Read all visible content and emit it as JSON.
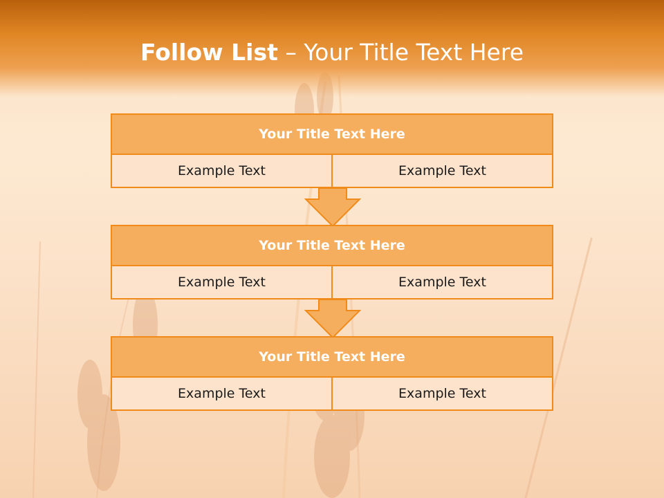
{
  "slide": {
    "title_bold": "Follow List",
    "title_rest": "– Your Title Text Here"
  },
  "blocks": [
    {
      "title": "Your Title Text Here",
      "left": "Example Text",
      "right": "Example Text"
    },
    {
      "title": "Your Title Text Here",
      "left": "Example Text",
      "right": "Example Text"
    },
    {
      "title": "Your Title Text Here",
      "left": "Example Text",
      "right": "Example Text"
    }
  ],
  "colors": {
    "accent": "#f08a18",
    "title_fill": "#f5ad5e",
    "cell_fill": "#fde3cc",
    "header": "#e08624"
  },
  "icons": [
    "down-arrow-icon"
  ]
}
